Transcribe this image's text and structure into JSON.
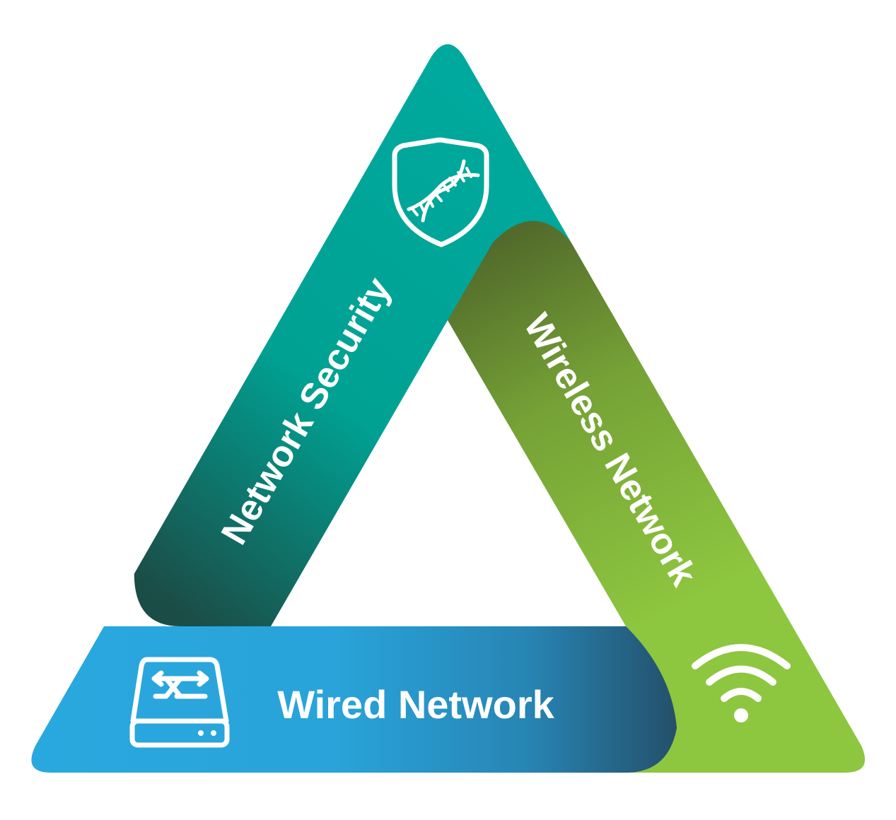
{
  "diagram": {
    "segments": [
      {
        "id": "security",
        "label": "Network Security",
        "icon": "dna-shield-icon",
        "color_start": "#00a99d",
        "color_end": "#1b4d47"
      },
      {
        "id": "wireless",
        "label": "Wireless Network",
        "icon": "wifi-icon",
        "color_start": "#556b2f",
        "color_end": "#8dc63f"
      },
      {
        "id": "wired",
        "label": "Wired Network",
        "icon": "network-switch-icon",
        "color_start": "#29a9e0",
        "color_end": "#24516b"
      }
    ]
  }
}
